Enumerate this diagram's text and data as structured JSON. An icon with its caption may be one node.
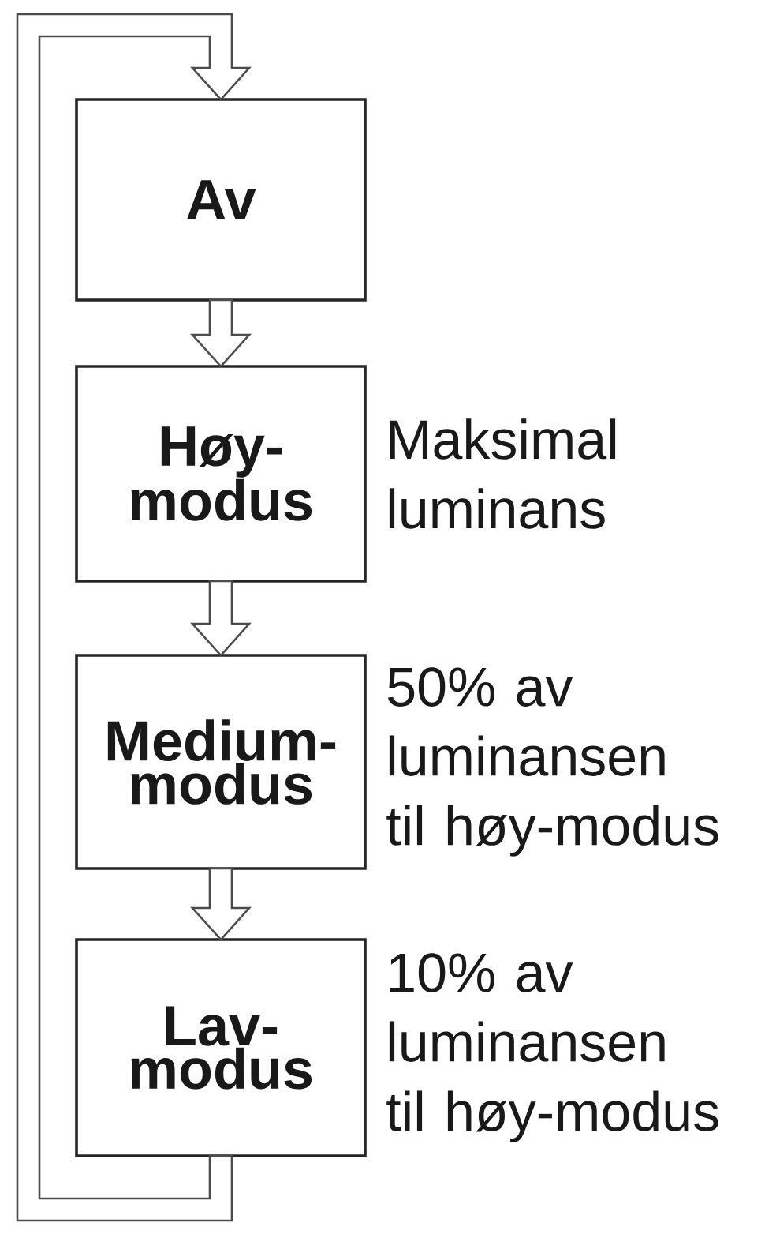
{
  "diagram": {
    "nodes": [
      {
        "text": [
          "Av"
        ]
      },
      {
        "text": [
          "Høy- modus"
        ],
        "beside": [
          "Maksimal luminans"
        ]
      },
      {
        "text": [
          "Medium- modus"
        ],
        "beside": [
          "50% av luminansen til høy-modus"
        ]
      },
      {
        "text": [
          "Lav- modus"
        ],
        "beside": [
          "10% av luminansen til høy-modus"
        ]
      }
    ],
    "edges": [
      {
        "from": 0,
        "to": 1,
        "arrow": "to"
      },
      {
        "from": 1,
        "to": 2,
        "arrow": "to"
      },
      {
        "from": 2,
        "to": 3,
        "arrow": "to"
      },
      {
        "from": 3,
        "to": 0,
        "arrow": "to"
      }
    ]
  }
}
